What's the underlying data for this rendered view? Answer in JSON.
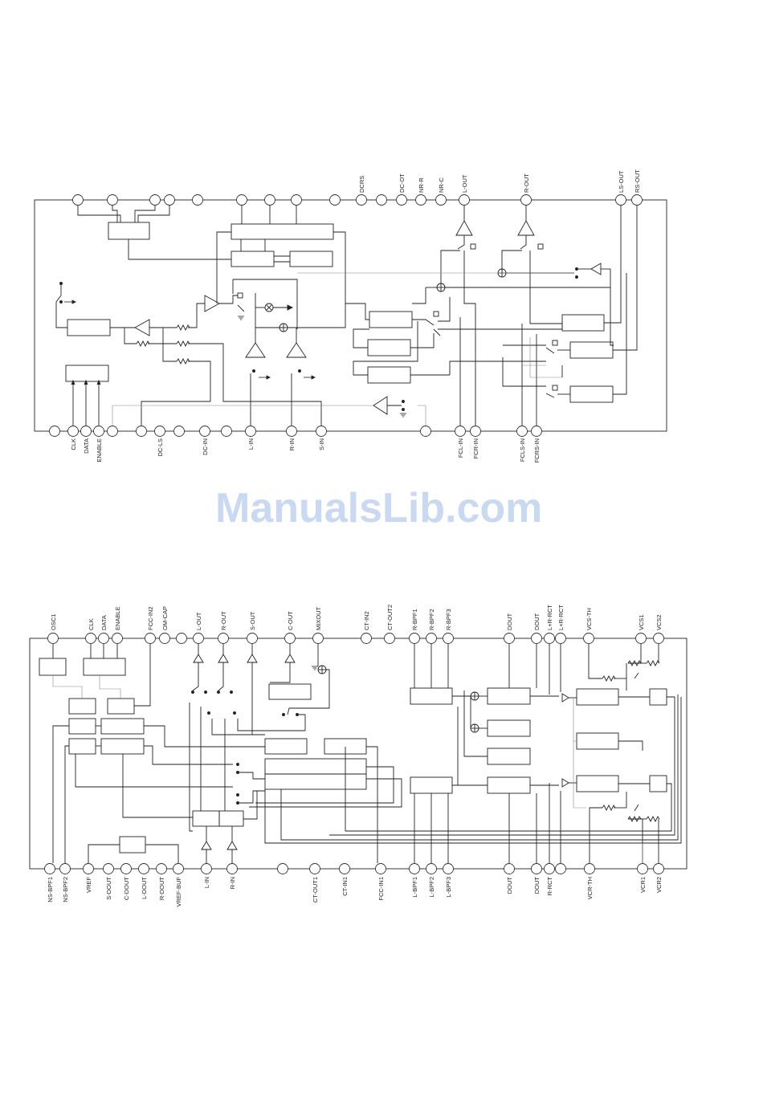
{
  "watermark": "ManualsLib.com",
  "diagram1": {
    "top_pins": [
      "DCRS",
      "DC-OT",
      "NR-R",
      "NR-C",
      "L-OUT",
      "R-OUT",
      "LS-OUT",
      "RS-OUT"
    ],
    "bottom_pins": [
      "CLK",
      "DATA",
      "ENABLE",
      "DC-LS",
      "DC-IN",
      "L-IN",
      "R-IN",
      "S-IN",
      "FCL-IN",
      "FCR-IN",
      "FCLS-IN",
      "FCRS-IN"
    ]
  },
  "diagram2": {
    "top_pins": [
      "OSC1",
      "CLK",
      "DATA",
      "ENABLE",
      "FCC-IN2",
      "OM-CAP",
      "L-OUT",
      "R-OUT",
      "S-OUT",
      "C-OUT",
      "MIXOUT",
      "CT-IN2",
      "CT-OUT2",
      "R-BPF1",
      "R-BPF2",
      "R-BPF3",
      "DOUT",
      "DOUT",
      "L+R-RCT",
      "L+R-RCT",
      "VCS-TH",
      "VCS1",
      "VCS2"
    ],
    "bottom_pins": [
      "NS-BPF1",
      "NS-BPF2",
      "VREF",
      "S-DOUT",
      "C-DOUT",
      "L-DOUT",
      "R-DOUT",
      "VREF-BUF",
      "L-IN",
      "R-IN",
      "CT-OUT1",
      "CT-IN1",
      "FCC-IN1",
      "L-BPF1",
      "L-BPF2",
      "L-BPF3",
      "DOUT",
      "DOUT",
      "R-RCT",
      "VCR-TH",
      "VCR1",
      "VCR2"
    ]
  }
}
